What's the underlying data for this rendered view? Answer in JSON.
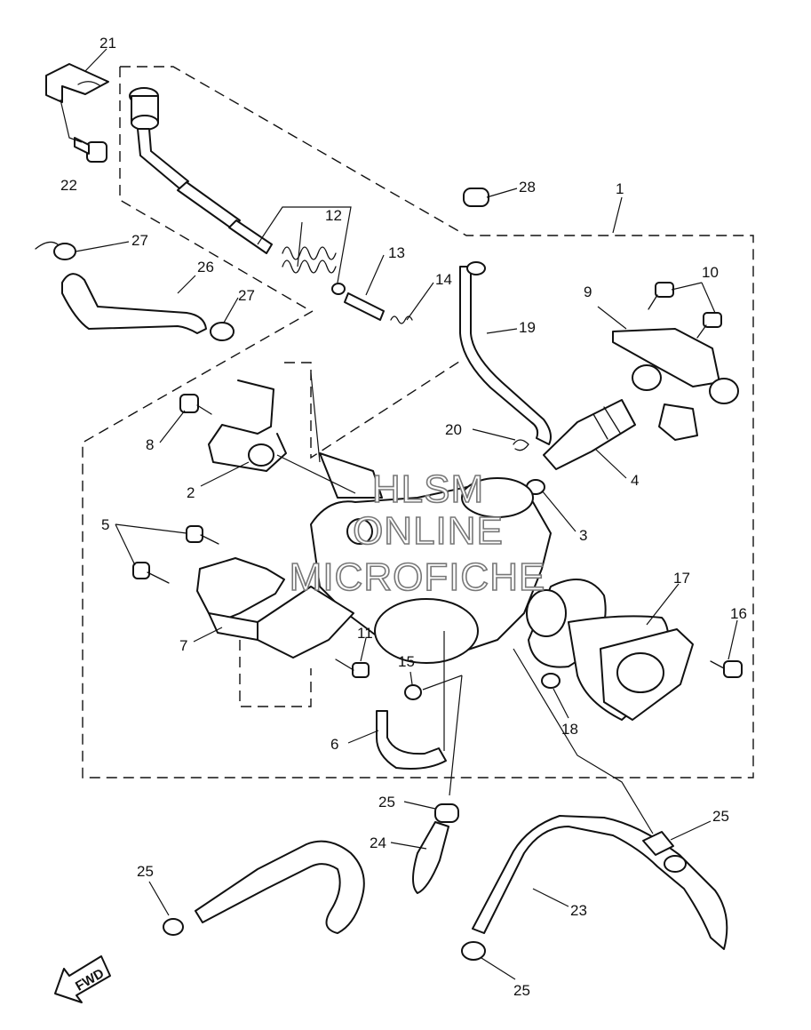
{
  "watermark": {
    "line1": "HLSM",
    "line2": "ONLINE",
    "line3": "MICROFICHE"
  },
  "fwd_label": "FWD",
  "callouts": [
    {
      "id": "c21",
      "label": "21"
    },
    {
      "id": "c22",
      "label": "22"
    },
    {
      "id": "c12",
      "label": "12"
    },
    {
      "id": "c27a",
      "label": "27"
    },
    {
      "id": "c26",
      "label": "26"
    },
    {
      "id": "c27b",
      "label": "27"
    },
    {
      "id": "c13",
      "label": "13"
    },
    {
      "id": "c14",
      "label": "14"
    },
    {
      "id": "c28",
      "label": "28"
    },
    {
      "id": "c1",
      "label": "1"
    },
    {
      "id": "c19",
      "label": "19"
    },
    {
      "id": "c10",
      "label": "10"
    },
    {
      "id": "c9",
      "label": "9"
    },
    {
      "id": "c8",
      "label": "8"
    },
    {
      "id": "c20",
      "label": "20"
    },
    {
      "id": "c2",
      "label": "2"
    },
    {
      "id": "c4",
      "label": "4"
    },
    {
      "id": "c3",
      "label": "3"
    },
    {
      "id": "c5",
      "label": "5"
    },
    {
      "id": "c17",
      "label": "17"
    },
    {
      "id": "c16",
      "label": "16"
    },
    {
      "id": "c7",
      "label": "7"
    },
    {
      "id": "c11",
      "label": "11"
    },
    {
      "id": "c15",
      "label": "15"
    },
    {
      "id": "c18",
      "label": "18"
    },
    {
      "id": "c6",
      "label": "6"
    },
    {
      "id": "c25a",
      "label": "25"
    },
    {
      "id": "c25b",
      "label": "25"
    },
    {
      "id": "c24",
      "label": "24"
    },
    {
      "id": "c25c",
      "label": "25"
    },
    {
      "id": "c23",
      "label": "23"
    },
    {
      "id": "c25d",
      "label": "25"
    }
  ]
}
